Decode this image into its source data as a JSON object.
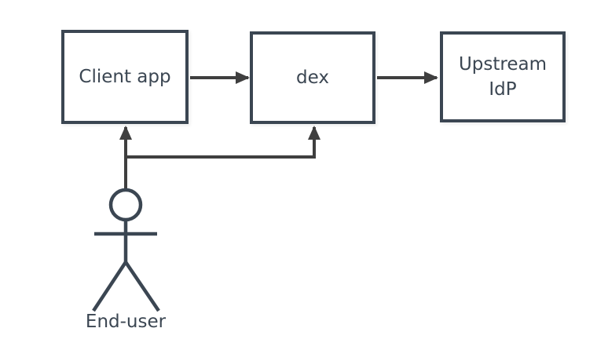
{
  "diagram": {
    "nodes": [
      {
        "id": "client-app",
        "label": "Client app"
      },
      {
        "id": "dex",
        "label": "dex"
      },
      {
        "id": "upstream-idp",
        "label": "Upstream IdP"
      }
    ],
    "actor": {
      "id": "end-user",
      "label": "End-user"
    },
    "edges": [
      {
        "from": "client-app",
        "to": "dex",
        "style": "solid-arrow"
      },
      {
        "from": "dex",
        "to": "upstream-idp",
        "style": "solid-arrow"
      },
      {
        "from": "end-user",
        "to": "client-app",
        "style": "solid-arrow"
      },
      {
        "from": "end-user",
        "to": "dex",
        "style": "solid-arrow"
      }
    ],
    "colors": {
      "node_border": "#3b4652",
      "node_fill": "#ffffff",
      "connector": "#3f3f3f",
      "text": "#3b4652",
      "background": "#ffffff"
    }
  }
}
